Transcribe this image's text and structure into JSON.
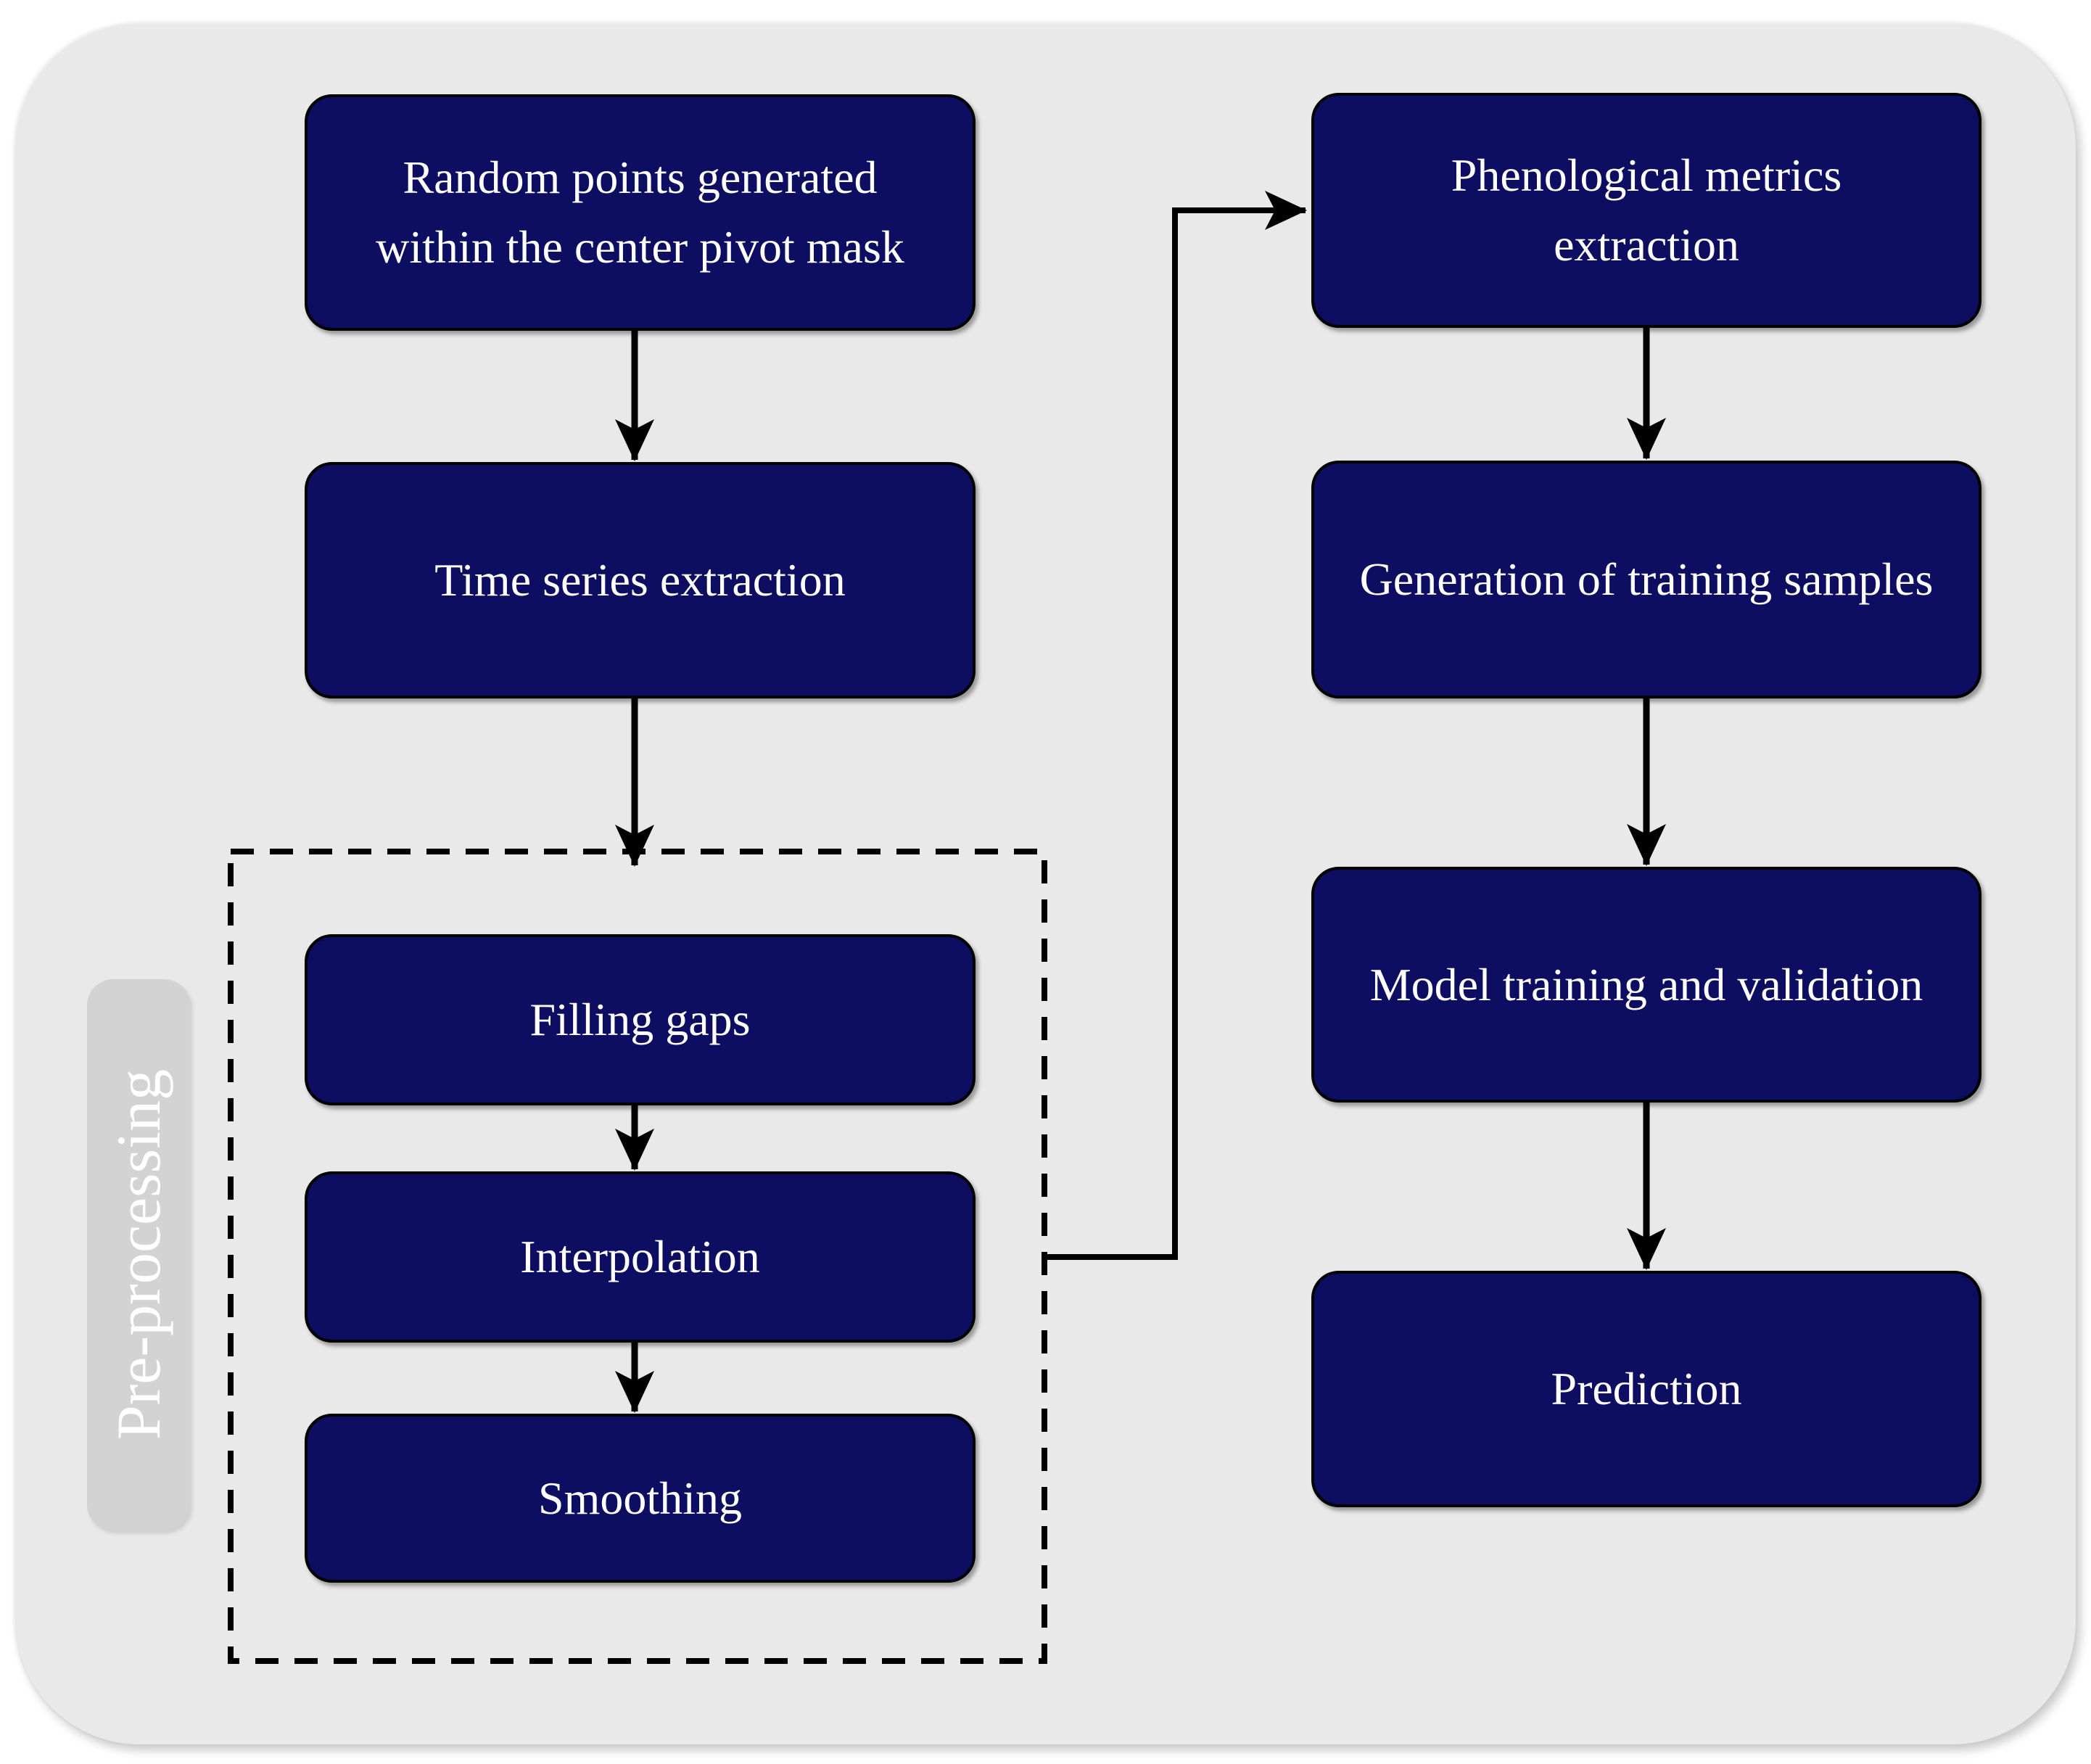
{
  "diagram_type": "flowchart",
  "colors": {
    "node_fill": "#0d0d62",
    "node_border": "#000000",
    "node_text": "#ffffff",
    "panel_bg": "#e9e9e9",
    "label_bg": "#d3d3d3",
    "label_text": "#ffffff",
    "arrow": "#000000",
    "page_bg": "#ffffff"
  },
  "nodes": [
    {
      "id": "random-points",
      "label": "Random points generated within the center pivot mask"
    },
    {
      "id": "time-series-extraction",
      "label": "Time series extraction"
    },
    {
      "id": "filling-gaps",
      "label": "Filling gaps"
    },
    {
      "id": "interpolation",
      "label": "Interpolation"
    },
    {
      "id": "smoothing",
      "label": "Smoothing"
    },
    {
      "id": "phenological-metrics-extraction",
      "label": "Phenological metrics extraction"
    },
    {
      "id": "generation-of-training-samples",
      "label": "Generation of training samples"
    },
    {
      "id": "model-training-and-validation",
      "label": "Model training and validation"
    },
    {
      "id": "prediction",
      "label": "Prediction"
    }
  ],
  "group": {
    "label": "Pre-processing",
    "members": [
      "Filling gaps",
      "Interpolation",
      "Smoothing"
    ]
  },
  "edges": [
    {
      "from": "random-points",
      "to": "time-series-extraction"
    },
    {
      "from": "time-series-extraction",
      "to": "filling-gaps"
    },
    {
      "from": "filling-gaps",
      "to": "interpolation"
    },
    {
      "from": "interpolation",
      "to": "smoothing"
    },
    {
      "from": "pre-processing-group",
      "to": "phenological-metrics-extraction"
    },
    {
      "from": "phenological-metrics-extraction",
      "to": "generation-of-training-samples"
    },
    {
      "from": "generation-of-training-samples",
      "to": "model-training-and-validation"
    },
    {
      "from": "model-training-and-validation",
      "to": "prediction"
    }
  ]
}
